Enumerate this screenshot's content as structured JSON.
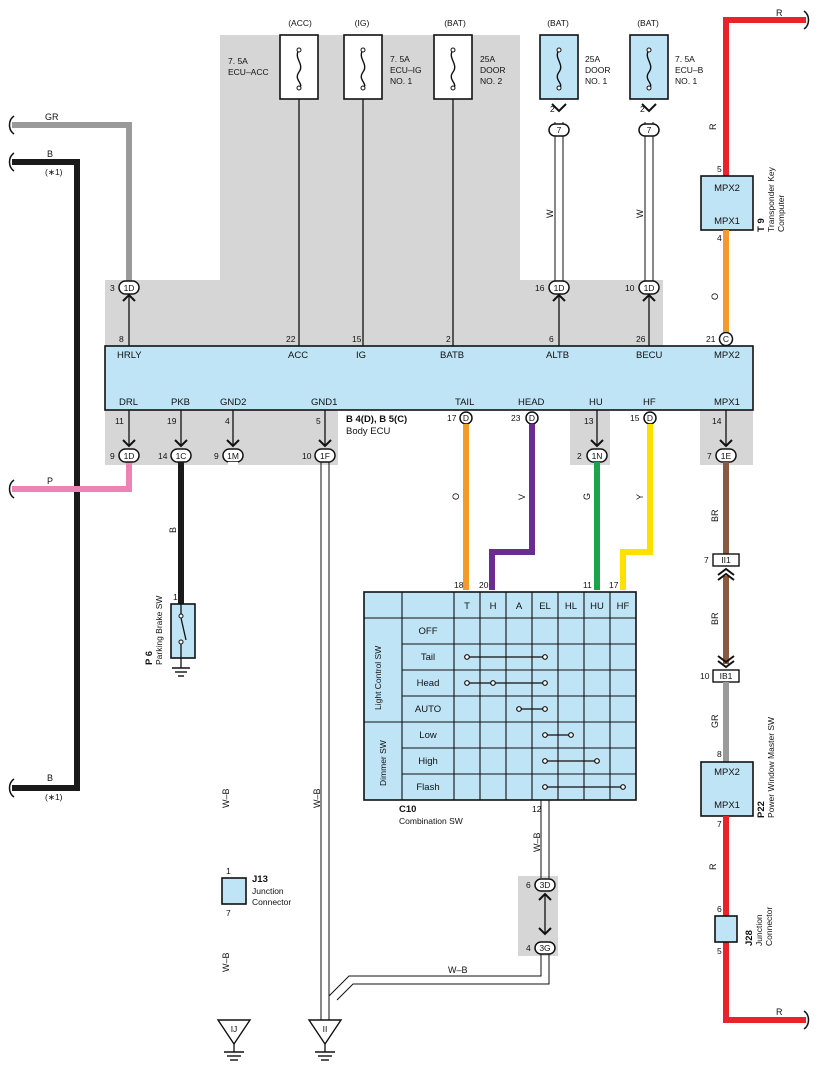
{
  "colors": {
    "R": "#e8232a",
    "GR": "#9a9a9a",
    "B": "#1a1a1a",
    "P": "#ee82b4",
    "O": "#f39a2b",
    "V": "#6b2c8f",
    "G": "#1aa548",
    "Y": "#ffe100",
    "BR": "#8b5a3c",
    "shade": "#d6d6d6",
    "body": "#bfe4f6"
  },
  "fuses": [
    {
      "src": "(ACC)",
      "amp": "7. 5A",
      "name1": "ECU–ACC",
      "name2": ""
    },
    {
      "src": "(IG)",
      "amp": "7. 5A",
      "name1": "ECU–IG",
      "name2": "NO. 1"
    },
    {
      "src": "(BAT)",
      "amp": "25A",
      "name1": "DOOR",
      "name2": "NO. 2"
    },
    {
      "src": "(BAT)",
      "amp": "25A",
      "name1": "DOOR",
      "name2": "NO. 1",
      "pin": "2",
      "conn": "7",
      "wire": "W"
    },
    {
      "src": "(BAT)",
      "amp": "7. 5A",
      "name1": "ECU–B",
      "name2": "NO. 1",
      "pin": "2",
      "conn": "7",
      "wire": "W"
    }
  ],
  "body_ecu": {
    "code": "B 4(D), B 5(C)",
    "name": "Body ECU",
    "top_pins": [
      {
        "label": "HRLY",
        "num": "8",
        "cnum": "3",
        "conn": "1D"
      },
      {
        "label": "ACC",
        "num": "22"
      },
      {
        "label": "IG",
        "num": "15"
      },
      {
        "label": "BATB",
        "num": "2"
      },
      {
        "label": "ALTB",
        "num": "6",
        "cnum": "16",
        "conn": "1D"
      },
      {
        "label": "BECU",
        "num": "26",
        "cnum": "10",
        "conn": "1D"
      },
      {
        "label": "MPX2",
        "num": "21",
        "conn": "C"
      }
    ],
    "bottom_pins": [
      {
        "label": "DRL",
        "num": "11",
        "cnum": "9",
        "conn": "1D"
      },
      {
        "label": "PKB",
        "num": "19",
        "cnum": "14",
        "conn": "1C"
      },
      {
        "label": "GND2",
        "num": "4",
        "cnum": "9",
        "conn": "1M"
      },
      {
        "label": "GND1",
        "num": "5",
        "cnum": "10",
        "conn": "1F"
      },
      {
        "label": "TAIL",
        "num": "17",
        "conn": "D"
      },
      {
        "label": "HEAD",
        "num": "23",
        "conn": "D"
      },
      {
        "label": "HU",
        "num": "13",
        "cnum": "2",
        "conn": "1N"
      },
      {
        "label": "HF",
        "num": "15",
        "conn": "D"
      },
      {
        "label": "MPX1",
        "num": "14",
        "cnum": "7",
        "conn": "1E"
      }
    ]
  },
  "wires": {
    "gr_left": "GR",
    "b_top": "B",
    "b_note": "(∗1)",
    "b_bottom": "B",
    "b_note2": "(∗1)",
    "p": "P",
    "pkb": "B",
    "gnd1": "W–B",
    "gnd2": "W–B",
    "r_top": "R",
    "r_mid": "R",
    "o": "O",
    "tail": "O",
    "head": "V",
    "hu": "G",
    "hf": "Y",
    "br1": "BR",
    "br2": "BR",
    "gr_right": "GR",
    "r_low": "R",
    "r_bottom": "R",
    "wb_j13": "W–B",
    "wb_c10": "W–B",
    "wb_join": "W–B"
  },
  "transponder": {
    "code": "T 9",
    "name1": "Transponder Key",
    "name2": "Computer",
    "top": "MPX2",
    "bottom": "MPX1",
    "p_top": "5",
    "p_bot": "4"
  },
  "pw_master": {
    "code": "P22",
    "name": "Power Window Master SW",
    "top": "MPX2",
    "bottom": "MPX1",
    "p_top": "8",
    "p_bot": "7"
  },
  "ii1": {
    "label": "II1",
    "num": "7"
  },
  "ib1": {
    "label": "IB1",
    "num": "10"
  },
  "parking": {
    "code": "P 6",
    "name": "Parking Brake SW",
    "pin": "1"
  },
  "j13": {
    "code": "J13",
    "name1": "Junction",
    "name2": "Connector",
    "p_top": "1",
    "p_bot": "7"
  },
  "j28": {
    "code": "J28",
    "name1": "Junction",
    "name2": "Connector",
    "p_top": "6",
    "p_bot": "5"
  },
  "c10": {
    "code": "C10",
    "name": "Combination SW",
    "cols": [
      "T",
      "H",
      "A",
      "EL",
      "HL",
      "HU",
      "HF"
    ],
    "pins": [
      "18",
      "20",
      "",
      "",
      "",
      "11",
      "17"
    ],
    "pin_out": "12",
    "group1": "Light Control SW",
    "group2": "Dimmer SW",
    "rows": [
      "OFF",
      "Tail",
      "Head",
      "AUTO",
      "Low",
      "High",
      "Flash"
    ]
  },
  "conn3d": {
    "label": "3D",
    "num": "6"
  },
  "conn3g": {
    "label": "3G",
    "num": "4"
  },
  "grounds": {
    "ij": "IJ",
    "ii": "II"
  }
}
